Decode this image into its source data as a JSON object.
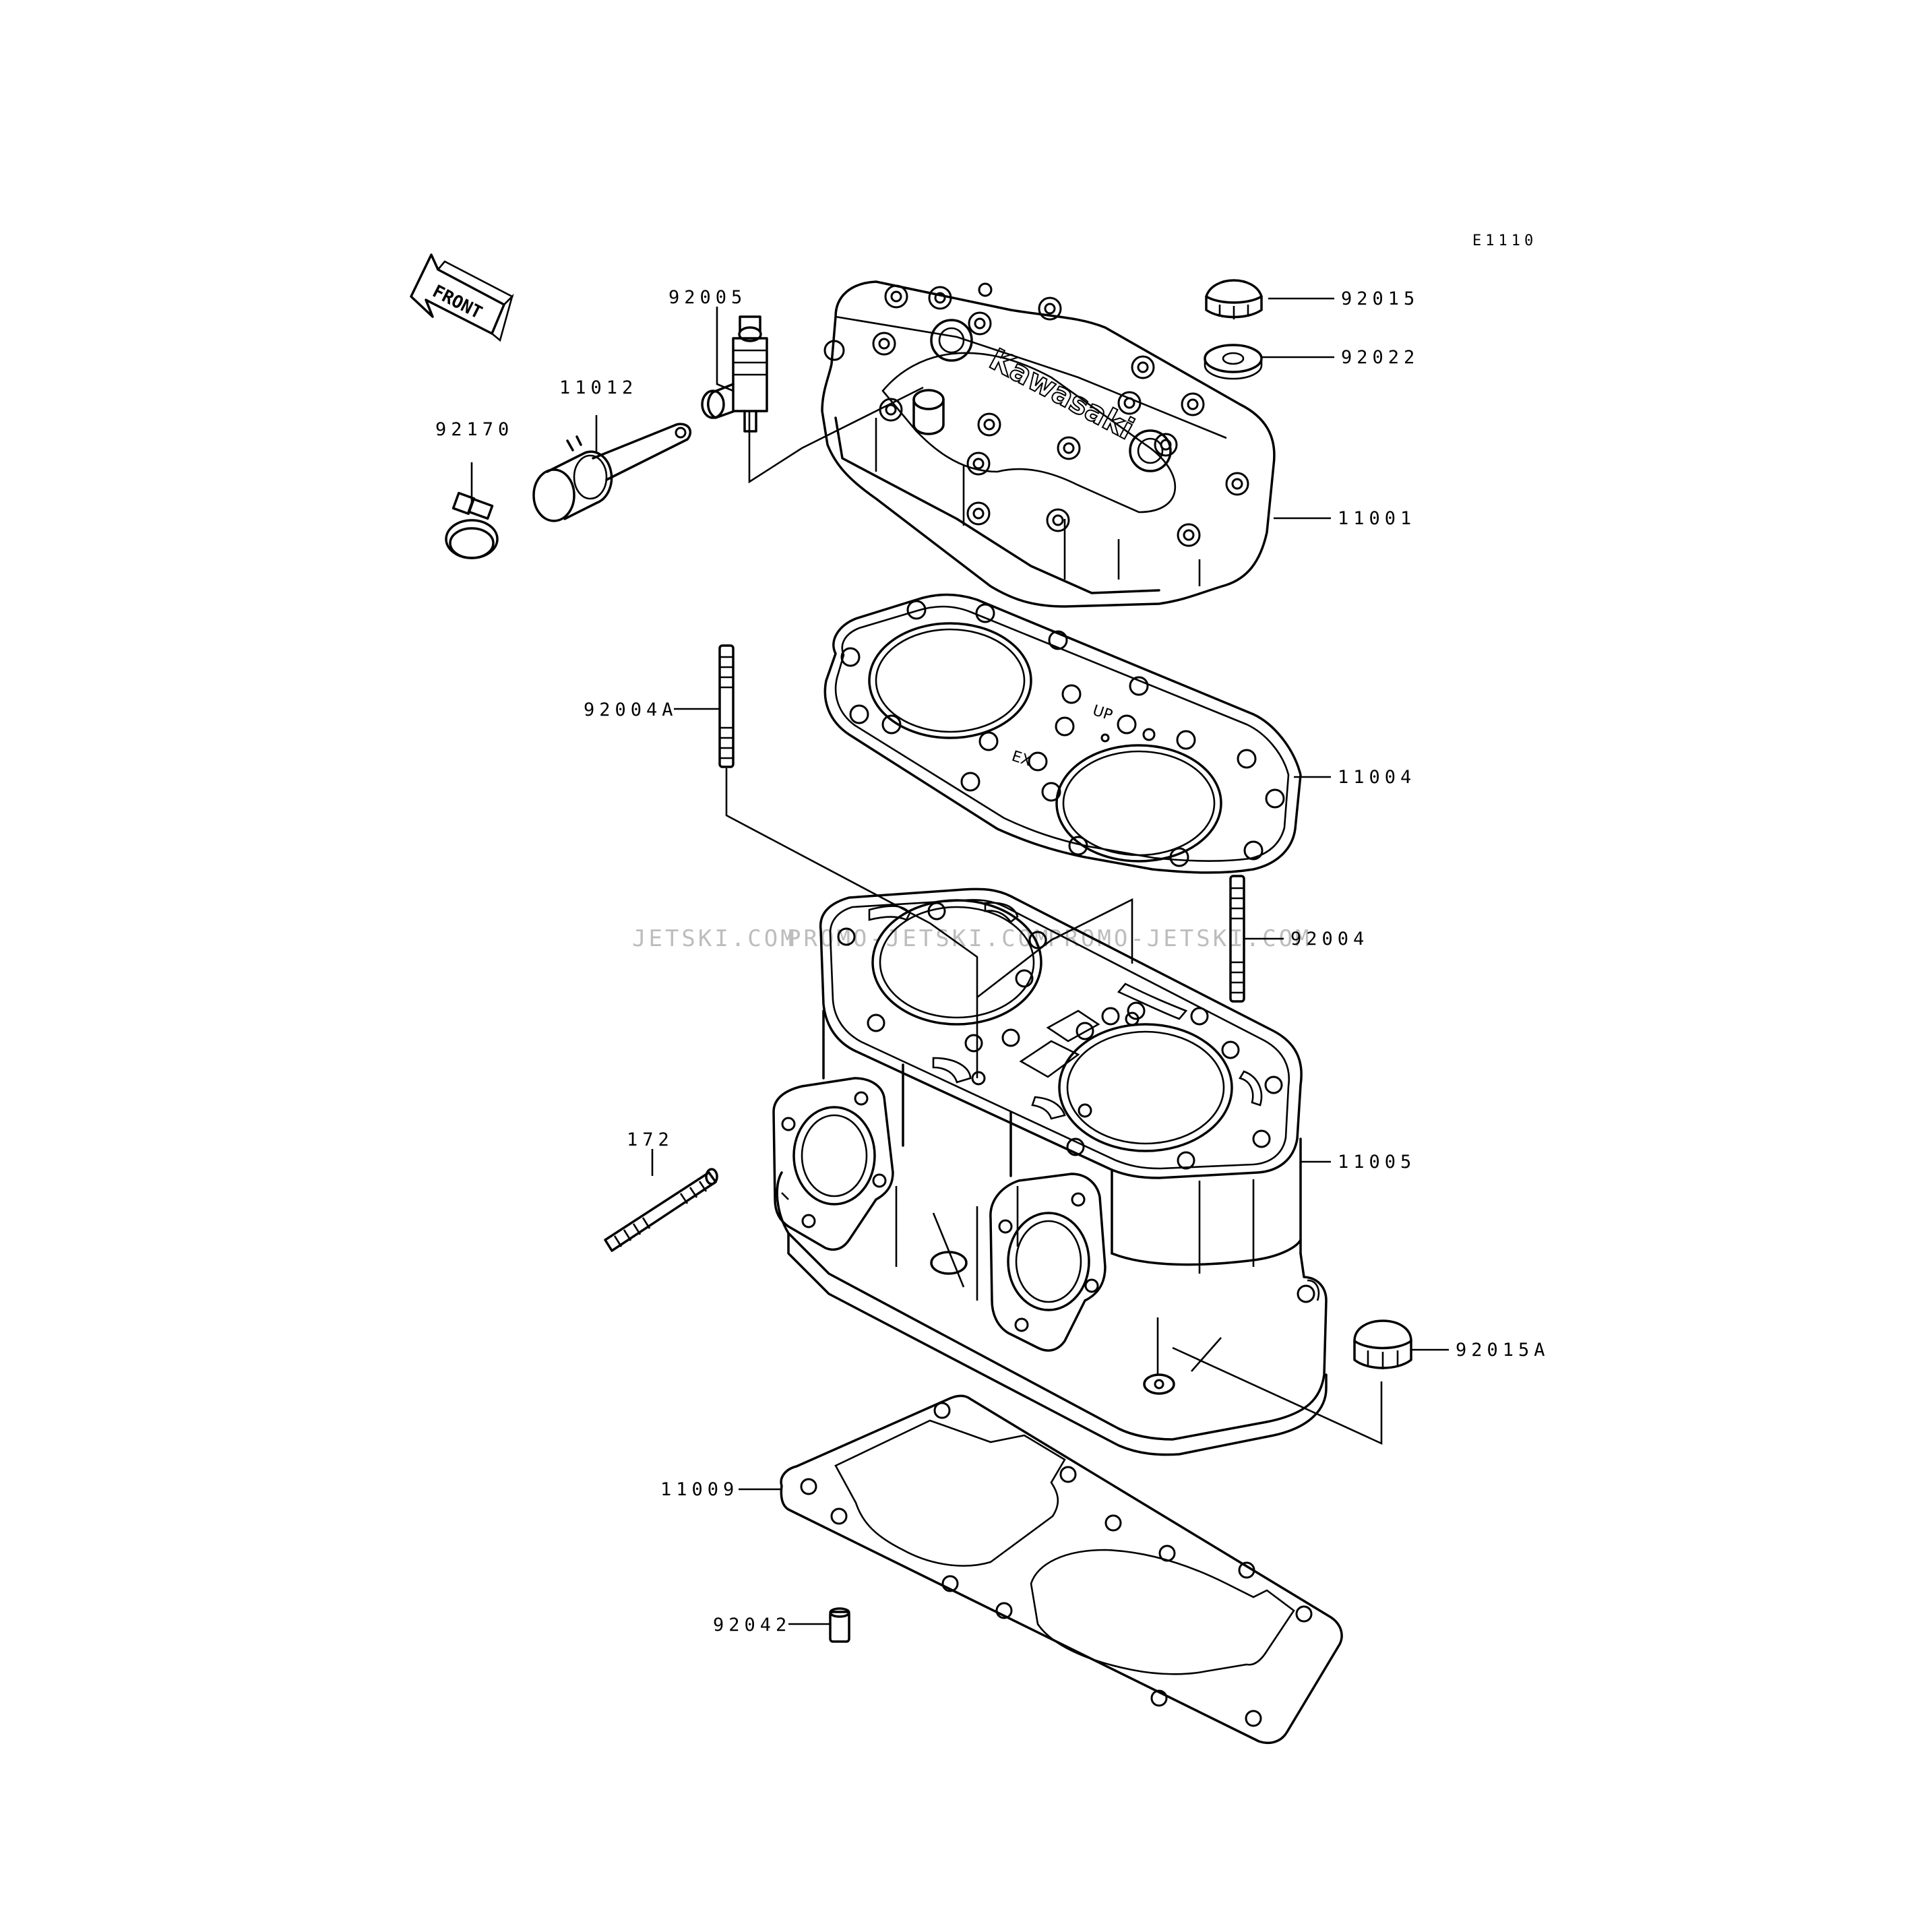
{
  "diagram_code": "E1110",
  "front_arrow": {
    "label": "FRONT",
    "icon": "front-direction-arrow-icon"
  },
  "engraving": {
    "brand": "Kawasaki",
    "up": "UP",
    "ex": "EX"
  },
  "watermark": [
    "JETSKI.COM",
    "PROMO-JETSKI.COM",
    "PROMO-JETSKI.COM"
  ],
  "parts": {
    "cylinder_head": "11001",
    "head_gasket": "11004",
    "cylinder": "11005",
    "base_gasket": "11009",
    "plug": "11012",
    "stud_172": "172",
    "stud_92004": "92004",
    "stud_92004a": "92004A",
    "fitting_92005": "92005",
    "cap_nut_92015": "92015",
    "cap_nut_92015a": "92015A",
    "washer_92022": "92022",
    "dowel_pin_92042": "92042",
    "clamp_92170": "92170"
  }
}
